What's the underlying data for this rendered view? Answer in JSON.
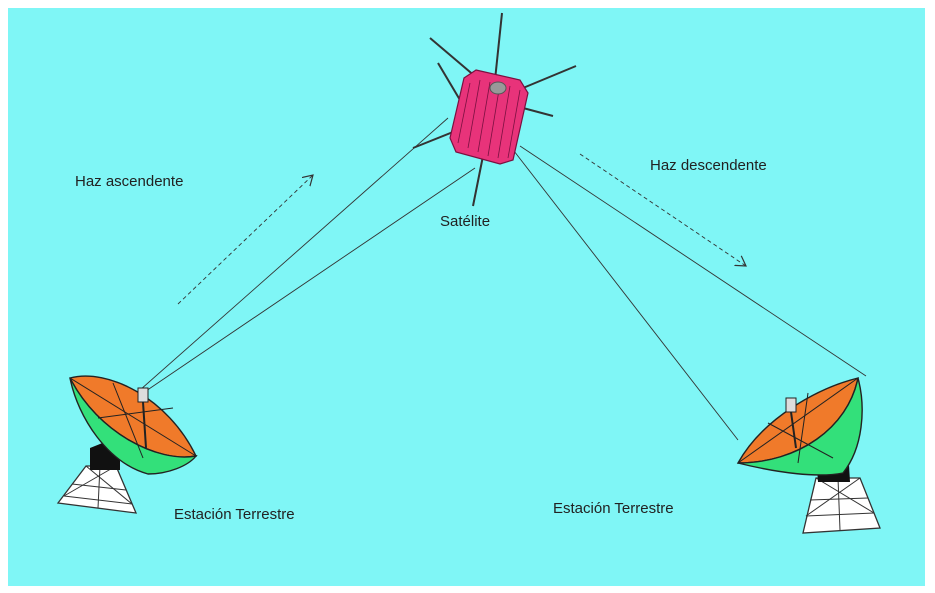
{
  "labels": {
    "uplink": "Haz ascendente",
    "downlink": "Haz descendente",
    "satellite": "Satélite",
    "station_left": "Estación Terrestre",
    "station_right": "Estación Terrestre"
  },
  "colors": {
    "background": "#7ff6f6",
    "satellite_body": "#e8337a",
    "dish_face": "#f07a2a",
    "dish_back": "#33e07a",
    "pedestal": "#ffffff"
  },
  "icons": [
    "satellite-icon",
    "dish-antenna-icon"
  ]
}
